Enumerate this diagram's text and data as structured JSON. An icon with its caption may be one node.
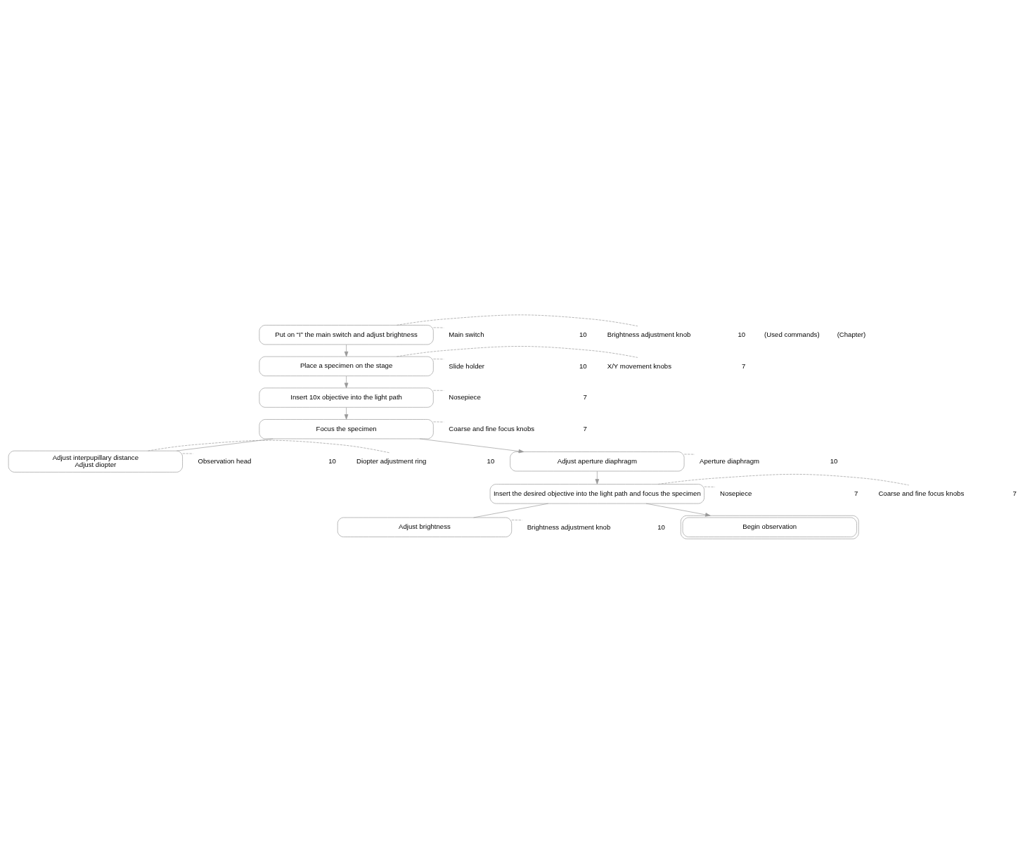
{
  "diagram": {
    "nodes": [
      {
        "text": [
          "Put on “I” the main switch and adjust brightness"
        ]
      },
      {
        "text": [
          "Main switch"
        ],
        "beside": [
          "10"
        ]
      },
      {
        "text": [
          "Brightness adjustment knob"
        ],
        "beside": [
          "10"
        ]
      },
      {
        "text": [
          "Place a specimen on the stage"
        ]
      },
      {
        "text": [
          "Slide holder"
        ],
        "beside": [
          "10"
        ]
      },
      {
        "text": [
          "X/Y movement knobs"
        ],
        "beside": [
          "7"
        ]
      },
      {
        "text": [
          "Insert 10x objective into the light path"
        ]
      },
      {
        "text": [
          "Nosepiece"
        ],
        "beside": [
          "7"
        ]
      },
      {
        "text": [
          "Focus the specimen"
        ]
      },
      {
        "text": [
          "Coarse and fine focus knobs"
        ],
        "beside": [
          "7"
        ]
      },
      {
        "text": [
          "Adjust interpupillary distance",
          "Adjust diopter"
        ]
      },
      {
        "text": [
          "Observation head"
        ],
        "beside": [
          "10"
        ]
      },
      {
        "text": [
          "Diopter adjustment ring"
        ],
        "beside": [
          "10"
        ]
      },
      {
        "text": [
          "Adjust aperture diaphragm"
        ]
      },
      {
        "text": [
          "Aperture diaphragm"
        ],
        "beside": [
          "10"
        ]
      },
      {
        "text": [
          "Insert the desired objective into the light path and focus the specimen"
        ]
      },
      {
        "text": [
          "Nosepiece"
        ],
        "beside": [
          "7"
        ]
      },
      {
        "text": [
          "Coarse and fine focus knobs"
        ],
        "beside": [
          "7"
        ]
      },
      {
        "text": [
          "Adjust brightness"
        ]
      },
      {
        "text": [
          "Brightness adjustment knob"
        ],
        "beside": [
          "10"
        ]
      },
      {
        "text": [
          "Begin observation"
        ]
      }
    ],
    "edges": [
      {
        "from": 0,
        "to": 1,
        "arrow": "none",
        "style": "dashed"
      },
      {
        "from": 0,
        "to": 2,
        "arrow": "none",
        "style": "dashed"
      },
      {
        "from": 0,
        "to": 3,
        "arrow": "to"
      },
      {
        "from": 3,
        "to": 4,
        "arrow": "none",
        "style": "dashed"
      },
      {
        "from": 3,
        "to": 5,
        "arrow": "none",
        "style": "dashed"
      },
      {
        "from": 3,
        "to": 6,
        "arrow": "to"
      },
      {
        "from": 6,
        "to": 7,
        "arrow": "none",
        "style": "dashed"
      },
      {
        "from": 6,
        "to": 8,
        "arrow": "to"
      },
      {
        "from": 8,
        "to": 9,
        "arrow": "none",
        "style": "dashed"
      },
      {
        "from": 8,
        "to": 10,
        "arrow": "none"
      },
      {
        "from": 10,
        "to": 11,
        "arrow": "none",
        "style": "dashed"
      },
      {
        "from": 10,
        "to": 12,
        "arrow": "none",
        "style": "dashed"
      },
      {
        "from": 8,
        "to": 13,
        "arrow": "to"
      },
      {
        "from": 13,
        "to": 14,
        "arrow": "none",
        "style": "dashed"
      },
      {
        "from": 13,
        "to": 15,
        "arrow": "to"
      },
      {
        "from": 15,
        "to": 16,
        "arrow": "none",
        "style": "dashed"
      },
      {
        "from": 15,
        "to": 17,
        "arrow": "none",
        "style": "dashed"
      },
      {
        "from": 15,
        "to": 18,
        "arrow": "none"
      },
      {
        "from": 18,
        "to": 19,
        "arrow": "none",
        "style": "dashed"
      },
      {
        "from": 15,
        "to": 20,
        "arrow": "to"
      }
    ],
    "labels": [
      "(Used commands)",
      "(Chapter)"
    ]
  }
}
